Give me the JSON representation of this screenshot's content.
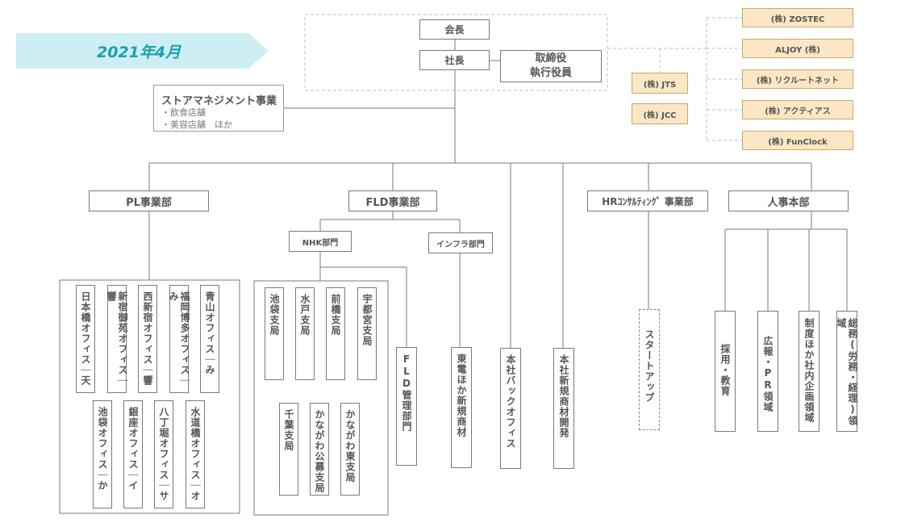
{
  "date_banner": "2021年4月",
  "top": {
    "chairman": "会長",
    "president": "社長",
    "executives": [
      "取締役",
      "執行役員"
    ]
  },
  "store": {
    "title": "ストアマネジメント事業",
    "items": [
      "・飲食店舗",
      "・美容店舗　ほか"
    ]
  },
  "affiliates": {
    "left": [
      "(株) JTS",
      "(株) JCC"
    ],
    "right": [
      "(株) ZOSTEC",
      "ALJOY (株)",
      "(株) リクルートネット",
      "(株) アクティアス",
      "(株) FunClock"
    ]
  },
  "divisions": {
    "pl": "PL事業部",
    "fld": "FLD事業部",
    "hr": "HRｺﾝｻﾙﾃｨﾝｸﾞ 事業部",
    "jinji": "人事本部"
  },
  "pl_offices_row1": [
    "日本橋オフィス|天",
    "新宿御苑オフィス|響",
    "西新宿オフィス|響",
    "福岡博多オフィス|み",
    "青山オフィス|み"
  ],
  "pl_offices_row2": [
    "池袋オフィス|か",
    "銀座オフィス|イ",
    "八丁堀オフィス|サ",
    "水道橋オフィス|オ"
  ],
  "fld": {
    "nhk": "NHK部門",
    "infra": "インフラ部門",
    "nhk_branches_row1": [
      "池袋支局",
      "水戸支局",
      "前橋支局",
      "宇都宮支局"
    ],
    "nhk_branches_row2": [
      "千葉支局",
      "かながわ公募支局",
      "かながわ東支局"
    ],
    "fld_admin": "FLD管理部門",
    "toden": "東電ほか新規商材",
    "backoffice": "本社バックオフィス",
    "newdev": "本社新規商材開発"
  },
  "hr_sub": "スタートアップ",
  "jinji_sub": [
    "採用・教育",
    "広報・PR領域",
    "制度ほか社内企画領域",
    "総務(労務・経理)領域"
  ]
}
